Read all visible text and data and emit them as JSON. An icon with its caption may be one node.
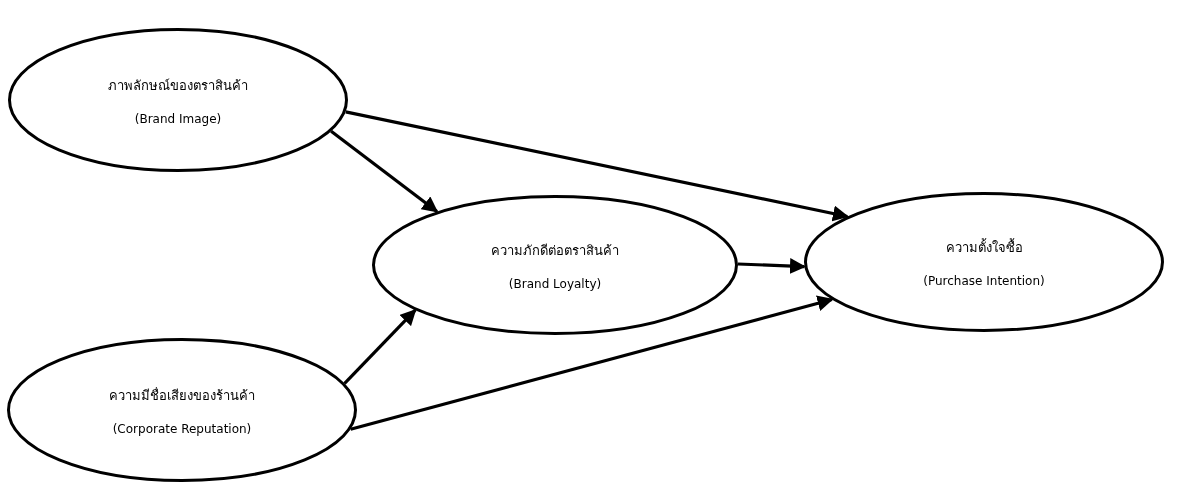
{
  "diagram": {
    "nodes": [
      {
        "text": [
          "ภาพลักษณ์ของตราสินค้า",
          "(Brand Image)"
        ]
      },
      {
        "text": [
          "ความภักดีต่อตราสินค้า",
          "(Brand Loyalty)"
        ]
      },
      {
        "text": [
          "ความมีชื่อเสียงของร้านค้า",
          "(Corporate Reputation)"
        ]
      },
      {
        "text": [
          "ความตั้งใจซื้อ",
          "(Purchase Intention)"
        ]
      }
    ],
    "edges": [
      {
        "from": 0,
        "to": 3,
        "arrow": "to"
      },
      {
        "from": 0,
        "to": 1,
        "arrow": "to"
      },
      {
        "from": 1,
        "to": 3,
        "arrow": "to"
      },
      {
        "from": 2,
        "to": 1,
        "arrow": "to"
      },
      {
        "from": 2,
        "to": 3,
        "arrow": "to"
      }
    ]
  }
}
